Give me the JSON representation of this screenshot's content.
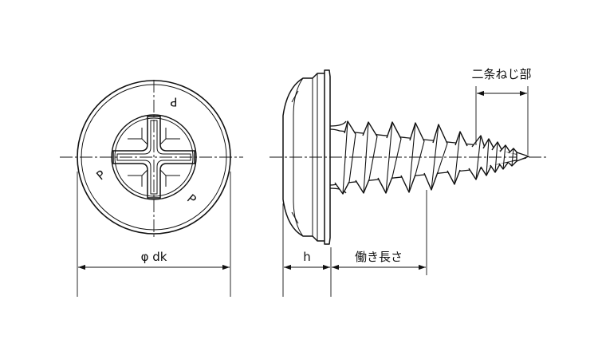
{
  "head_view": {
    "markings": [
      "P",
      "P",
      "P"
    ],
    "dimension_label": "φ dk"
  },
  "side_view": {
    "head_height_label": "h",
    "effective_length_label": "働き長さ",
    "double_thread_label": "二条ねじ部"
  },
  "colors": {
    "line": "#111111",
    "fill": "#ffffff"
  }
}
